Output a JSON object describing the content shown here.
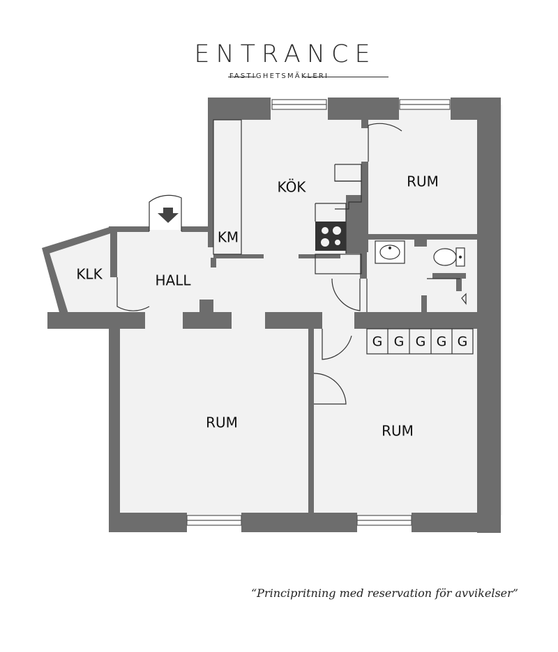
{
  "brand": {
    "name": "ENTRANCE",
    "tagline": "FASTIGHETSMÄKLERI"
  },
  "rooms": {
    "kitchen": "KÖK",
    "bedroom_top": "RUM",
    "km": "KM",
    "closet": "KLK",
    "hall": "HALL",
    "living_left": "RUM",
    "living_right": "RUM"
  },
  "wardrobes": [
    "G",
    "G",
    "G",
    "G",
    "G"
  ],
  "disclaimer": "“Principritning med reservation för avvikelser”",
  "colors": {
    "wall": "#6d6d6d",
    "floor": "#f2f2f2",
    "outline": "#333333"
  },
  "icons": [
    "entrance-arrow-icon",
    "stove-icon",
    "sink-icon",
    "toilet-icon",
    "window-icon",
    "door-swing-icon"
  ]
}
